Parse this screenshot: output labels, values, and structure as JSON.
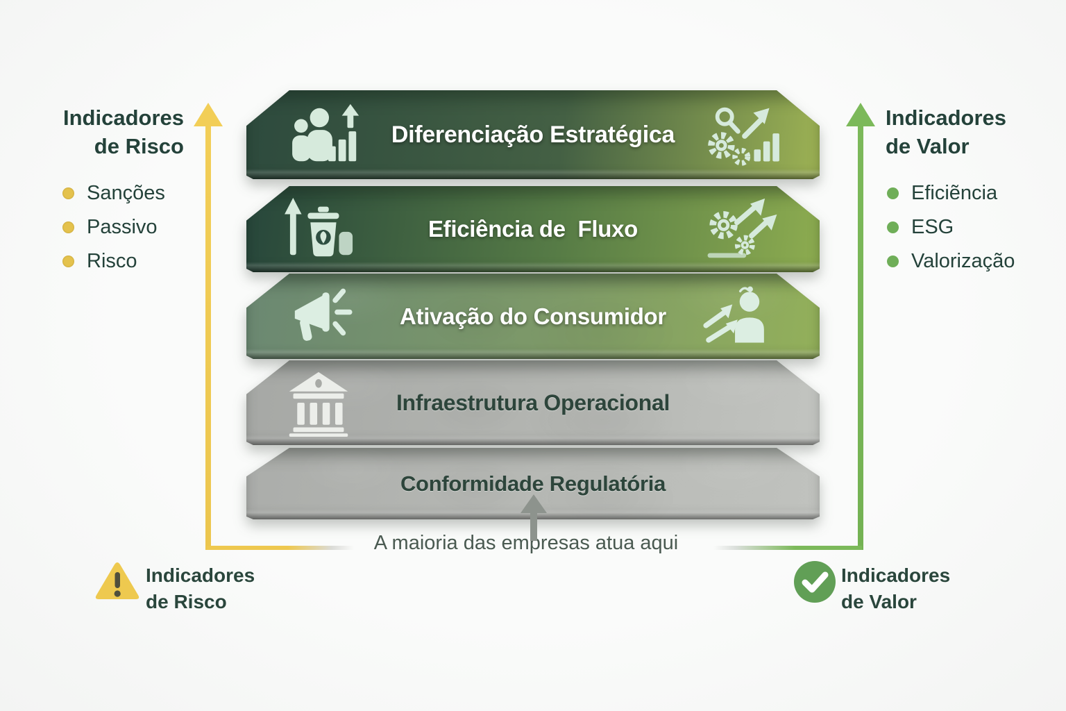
{
  "left_panel": {
    "heading_line1": "Indicadores",
    "heading_line2": "de Risco",
    "items": [
      {
        "label": "Sanções"
      },
      {
        "label": "Passivo"
      },
      {
        "label": "Risco"
      }
    ],
    "bullet_color": "#e4c24d",
    "arrow_color": "#f2ce57"
  },
  "right_panel": {
    "heading_line1": "Indicadores",
    "heading_line2": "de Valor",
    "items": [
      {
        "label": "Eficiẽncia"
      },
      {
        "label": "ESG"
      },
      {
        "label": "Valorização"
      }
    ],
    "bullet_color": "#6fae58",
    "arrow_color": "#7cb95a"
  },
  "pyramid": {
    "layers": [
      {
        "title": "Diferenciação Estratégica",
        "left_icon": "people-growth-icon",
        "right_icon": "analytics-gears-icon",
        "gradient_left": "#2d4a3d",
        "gradient_mid": "#446044",
        "gradient_right": "#9db254",
        "text_color": "#ffffff"
      },
      {
        "title": "Eficiência de  Fluxo",
        "left_icon": "upcycle-bin-icon",
        "right_icon": "gears-growth-icon",
        "gradient_left": "#27463b",
        "gradient_mid": "#577c46",
        "gradient_right": "#8dac50",
        "text_color": "#ffffff"
      },
      {
        "title": "Ativação do Consumidor",
        "left_icon": "megaphone-icon",
        "right_icon": "person-arrows-icon",
        "gradient_left": "#6b8872",
        "gradient_mid": "#7e9a68",
        "gradient_right": "#93b05a",
        "text_color": "#ffffff"
      },
      {
        "title": "Infraestrutura Operacional",
        "left_icon": "bank-icon",
        "right_icon": null,
        "gradient_left": "#a6a8a5",
        "gradient_mid": "#b4b6b2",
        "gradient_right": "#c2c4c0",
        "text_color": "#2d453b"
      },
      {
        "title": "Conformidade Regulatória",
        "left_icon": null,
        "right_icon": null,
        "gradient_left": "#abadaa",
        "gradient_mid": "#b8bab6",
        "gradient_right": "#c0c2be",
        "text_color": "#2d453b"
      }
    ]
  },
  "caption": "A maioria das empresas atua aqui",
  "caption_arrow_color": "#8d938d",
  "legend_bottom_left": {
    "icon": "warning-icon",
    "line1": "Indicadores",
    "line2": "de Risco"
  },
  "legend_bottom_right": {
    "icon": "check-icon",
    "line1": "Indicadores",
    "line2": "de Valor"
  },
  "icons": {
    "list": [
      "people-growth-icon",
      "analytics-gears-icon",
      "upcycle-bin-icon",
      "gears-growth-icon",
      "megaphone-icon",
      "person-arrows-icon",
      "bank-icon",
      "warning-icon",
      "check-icon",
      "risk-up-arrow",
      "value-up-arrow",
      "here-up-arrow"
    ]
  },
  "colors": {
    "background": "#f7f8f7",
    "heading_text": "#24423a",
    "caption_text": "#4a5a51",
    "bar_icon_tint": "#d6eadc"
  }
}
